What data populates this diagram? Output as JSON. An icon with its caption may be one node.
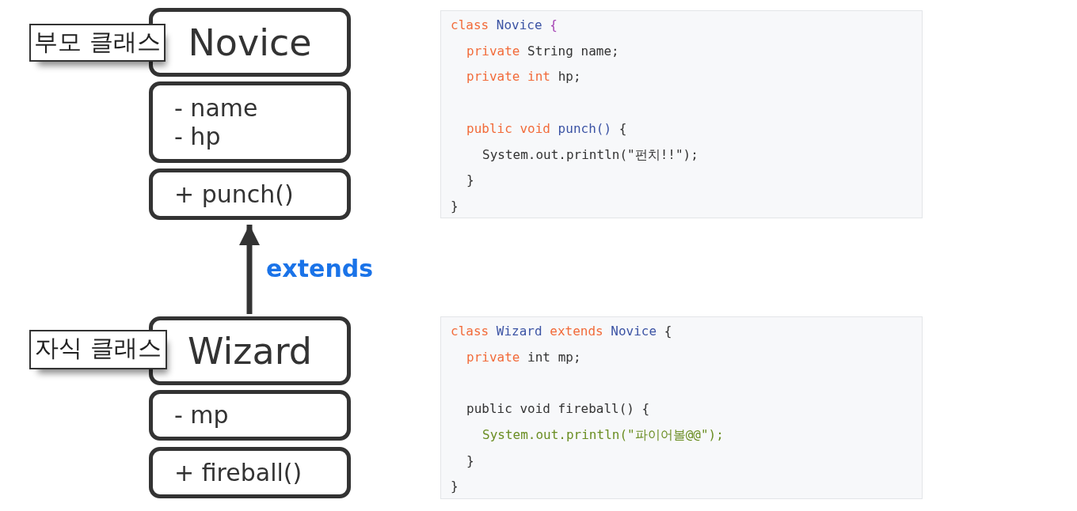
{
  "diagram": {
    "nodes": [
      {
        "text": [
          "부모 클래스"
        ]
      },
      {
        "text": [
          "Novice"
        ]
      },
      {
        "text": [
          "- name",
          "- hp"
        ]
      },
      {
        "text": [
          "+ punch()"
        ]
      },
      {
        "text": [
          "class Novice {",
          "private String name;",
          "private int hp;",
          "public void punch() {",
          "System.out.println(\"펀치!!\");",
          "}",
          "}"
        ]
      },
      {
        "text": [
          "자식 클래스"
        ]
      },
      {
        "text": [
          "Wizard"
        ]
      },
      {
        "text": [
          "- mp"
        ]
      },
      {
        "text": [
          "+ fireball()"
        ]
      },
      {
        "text": [
          "class Wizard extends Novice {",
          "private int mp;",
          "public void fireball() {",
          "System.out.println(\"파이어볼@@\");",
          "}",
          "}"
        ]
      }
    ],
    "edges": [
      {
        "from": 6,
        "to": 3,
        "arrow": "to",
        "label": "extends"
      }
    ]
  }
}
